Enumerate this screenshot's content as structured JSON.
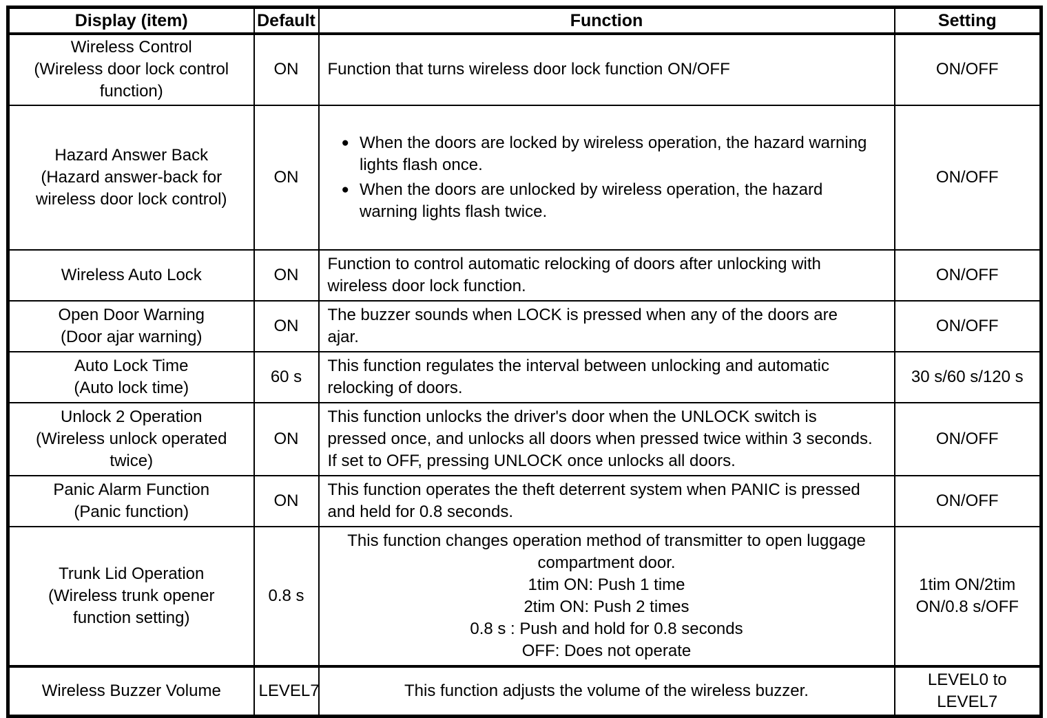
{
  "table": {
    "bullet_char": "●",
    "headers": {
      "display": "Display (item)",
      "default": "Default",
      "function": "Function",
      "setting": "Setting"
    },
    "rows": [
      {
        "display": "Wireless Control\n(Wireless door lock control\nfunction)",
        "default": "ON",
        "function": "Function that turns wireless door lock function ON/OFF",
        "setting": "ON/OFF"
      },
      {
        "display": "Hazard Answer Back\n(Hazard answer-back for\nwireless door lock control)",
        "default": "ON",
        "function_bullets": [
          "When the doors are locked by wireless operation, the hazard warning\nlights flash once.",
          "When the doors are unlocked by wireless operation, the hazard\nwarning lights flash twice."
        ],
        "setting": "ON/OFF"
      },
      {
        "display": "Wireless Auto Lock",
        "default": "ON",
        "function": "Function to control automatic relocking of doors after unlocking with\nwireless door lock function.",
        "setting": "ON/OFF"
      },
      {
        "display": "Open Door Warning\n(Door ajar warning)",
        "default": "ON",
        "function": "The buzzer sounds when LOCK is pressed when any of the doors are\najar.",
        "setting": "ON/OFF"
      },
      {
        "display": "Auto Lock Time\n(Auto lock time)",
        "default": "60 s",
        "function": "This function regulates the interval between unlocking and automatic\nrelocking of doors.",
        "setting": "30 s/60 s/120 s"
      },
      {
        "display": "Unlock 2 Operation\n(Wireless unlock operated\ntwice)",
        "default": "ON",
        "function": "This function unlocks the driver's door when the UNLOCK switch is\npressed once, and unlocks all doors when pressed twice within 3 seconds.\nIf set to OFF, pressing UNLOCK once unlocks all doors.",
        "setting": "ON/OFF"
      },
      {
        "display": "Panic Alarm Function\n(Panic function)",
        "default": "ON",
        "function": "This function operates the theft deterrent system when PANIC is pressed\nand held for 0.8 seconds.",
        "setting": "ON/OFF"
      },
      {
        "display": "Trunk Lid Operation\n(Wireless trunk opener\nfunction setting)",
        "default": "0.8 s",
        "function": "This function changes operation method of transmitter to open luggage\ncompartment door.\n1tim ON: Push 1 time\n2tim ON: Push 2 times\n0.8 s : Push and hold for 0.8 seconds\nOFF: Does not operate",
        "setting": "1tim ON/2tim\nON/0.8 s/OFF"
      },
      {
        "display": "Wireless Buzzer Volume",
        "default": "LEVEL7",
        "function": "This function adjusts the volume of the wireless buzzer.",
        "setting": "LEVEL0 to\nLEVEL7"
      }
    ]
  }
}
